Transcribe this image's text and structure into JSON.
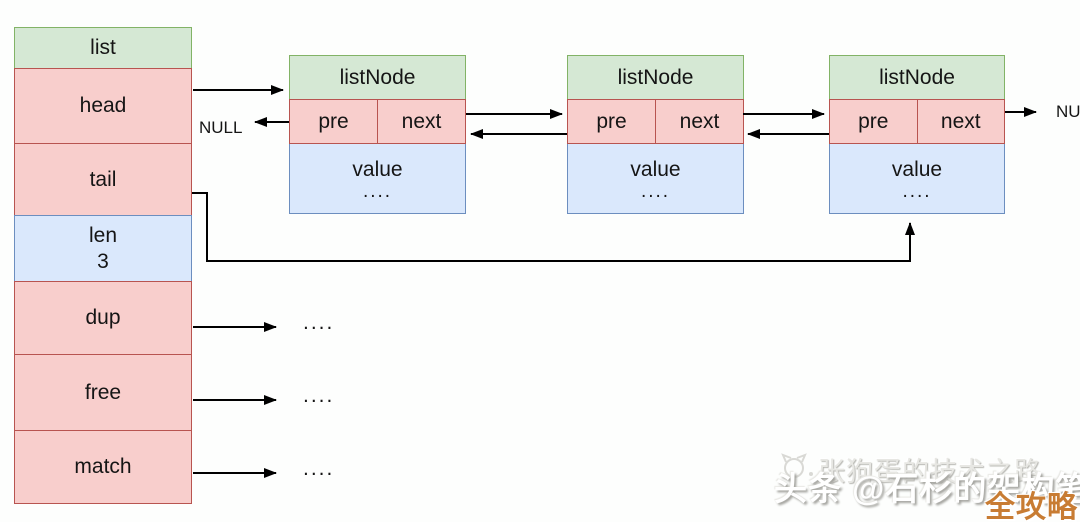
{
  "diagram": {
    "list_struct": {
      "title": "list",
      "fields": [
        {
          "label": "head"
        },
        {
          "label": "tail"
        },
        {
          "label": "len",
          "value": "3"
        },
        {
          "label": "dup"
        },
        {
          "label": "free"
        },
        {
          "label": "match"
        }
      ]
    },
    "nodes": [
      {
        "title": "listNode",
        "pre_label": "pre",
        "next_label": "next",
        "value_label": "value",
        "value_dots": "...."
      },
      {
        "title": "listNode",
        "pre_label": "pre",
        "next_label": "next",
        "value_label": "value",
        "value_dots": "...."
      },
      {
        "title": "listNode",
        "pre_label": "pre",
        "next_label": "next",
        "value_label": "value",
        "value_dots": "...."
      }
    ],
    "null_left": "NULL",
    "null_right": "NULL",
    "pointer_dots": {
      "dup": "....",
      "free": "....",
      "match": "...."
    }
  },
  "watermark": {
    "channel": "张狗蛋的技术之路",
    "credit": "头条 @石杉的架构笔记",
    "badge": "全攻略"
  },
  "colors": {
    "green_fill": "#d5e8d4",
    "green_border": "#82b366",
    "pink_fill": "#f8cecc",
    "pink_border": "#b85450",
    "blue_fill": "#dae8fc",
    "blue_border": "#6c8ebf",
    "arrow": "#000000",
    "badge_orange": "#c87c33"
  }
}
